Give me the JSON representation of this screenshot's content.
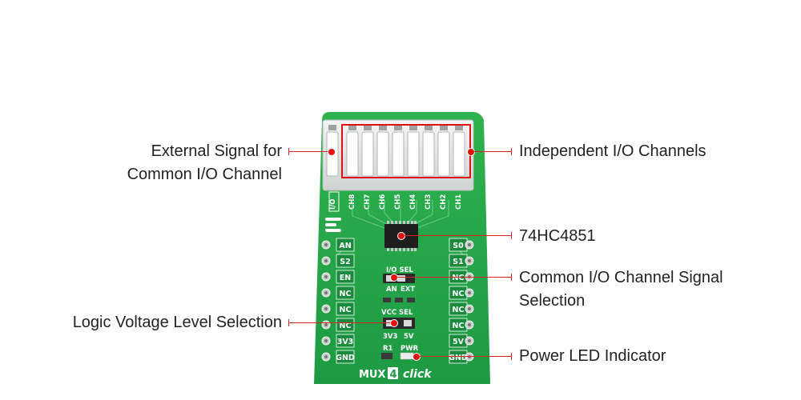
{
  "board": {
    "name_prefix": "MUX",
    "name_number": "4",
    "name_suffix": "click",
    "left_pins": [
      "AN",
      "S2",
      "EN",
      "NC",
      "NC",
      "NC",
      "3V3",
      "GND"
    ],
    "right_pins": [
      "S0",
      "S1",
      "NC",
      "NC",
      "NC",
      "NC",
      "5V",
      "GND"
    ],
    "channel_labels": [
      "I/O",
      "CH8",
      "CH7",
      "CH6",
      "CH5",
      "CH4",
      "CH3",
      "CH2",
      "CH1"
    ],
    "io_sel_label": "I/O SEL",
    "io_sel_left": "AN",
    "io_sel_right": "EXT",
    "vcc_sel_label": "VCC SEL",
    "vcc_sel_left": "3V3",
    "vcc_sel_right": "5V",
    "r1_label": "R1",
    "pwr_label": "PWR",
    "board_color": "#1aa34a",
    "marker_color": "#e01010"
  },
  "callouts": {
    "external_signal": [
      "External Signal for",
      "Common I/O Channel"
    ],
    "independent_io": "Independent I/O Channels",
    "chip": "74HC4851",
    "common_io_selection": [
      "Common I/O Channel Signal",
      "Selection"
    ],
    "logic_voltage": "Logic Voltage Level Selection",
    "power_led": "Power LED Indicator"
  }
}
